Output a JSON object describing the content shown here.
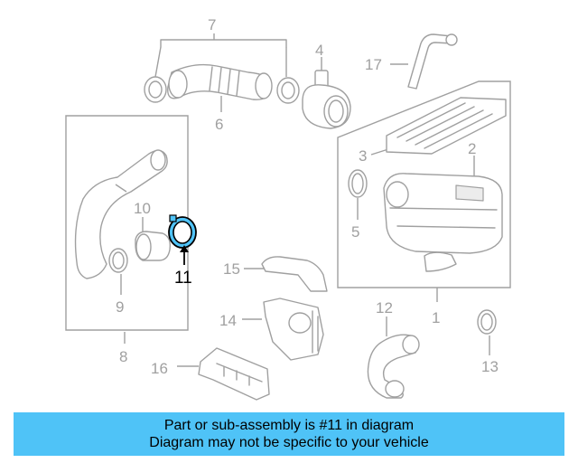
{
  "diagram": {
    "highlight_color": "#4fc3f7",
    "callouts": [
      {
        "id": "c1",
        "text": "1"
      },
      {
        "id": "c2",
        "text": "2"
      },
      {
        "id": "c3",
        "text": "3"
      },
      {
        "id": "c4",
        "text": "4"
      },
      {
        "id": "c5",
        "text": "5"
      },
      {
        "id": "c6",
        "text": "6"
      },
      {
        "id": "c7",
        "text": "7"
      },
      {
        "id": "c8",
        "text": "8"
      },
      {
        "id": "c9",
        "text": "9"
      },
      {
        "id": "c10",
        "text": "10"
      },
      {
        "id": "c11",
        "text": "11"
      },
      {
        "id": "c12",
        "text": "12"
      },
      {
        "id": "c13",
        "text": "13"
      },
      {
        "id": "c14",
        "text": "14"
      },
      {
        "id": "c15",
        "text": "15"
      },
      {
        "id": "c16",
        "text": "16"
      },
      {
        "id": "c17",
        "text": "17"
      }
    ]
  },
  "banner": {
    "line1": "Part or sub-assembly is #11 in diagram",
    "line2": "Diagram may not be specific to your vehicle",
    "background": "#4fc3f7"
  }
}
